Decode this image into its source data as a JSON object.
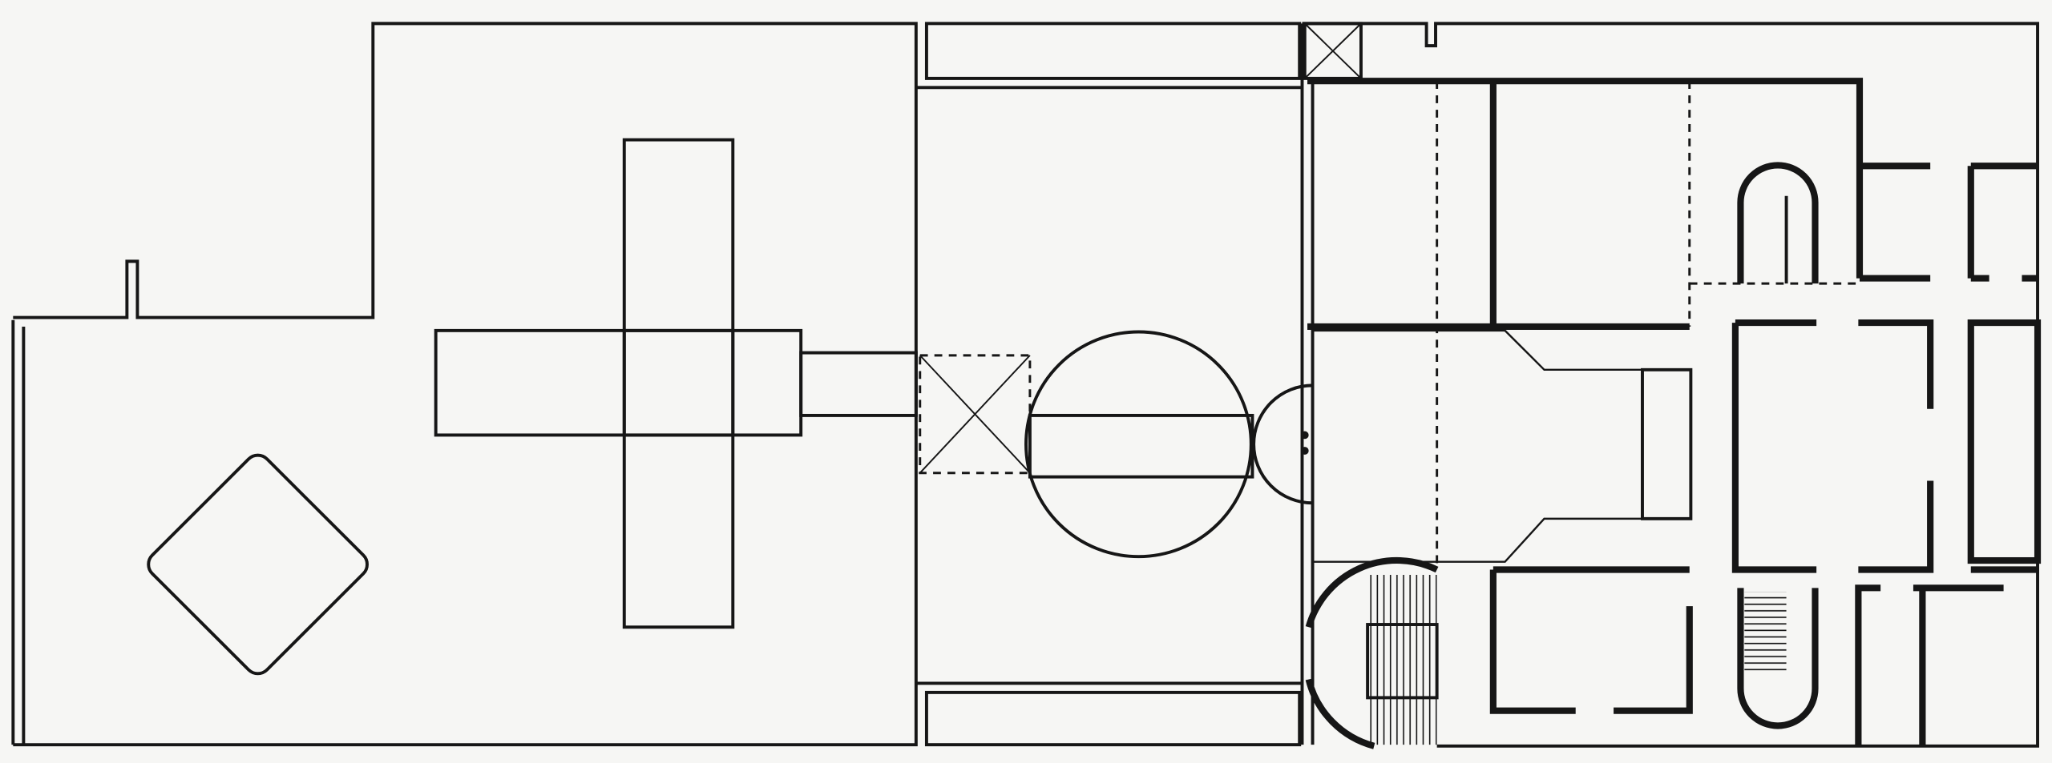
{
  "drawing": {
    "type": "architectural floor plan",
    "line_color": "#161616",
    "paper_color": "#f6f6f4",
    "hatch_patterns": [
      "vertical-stair-treads",
      "horizontal-stair-treads",
      "brick-paving"
    ]
  }
}
